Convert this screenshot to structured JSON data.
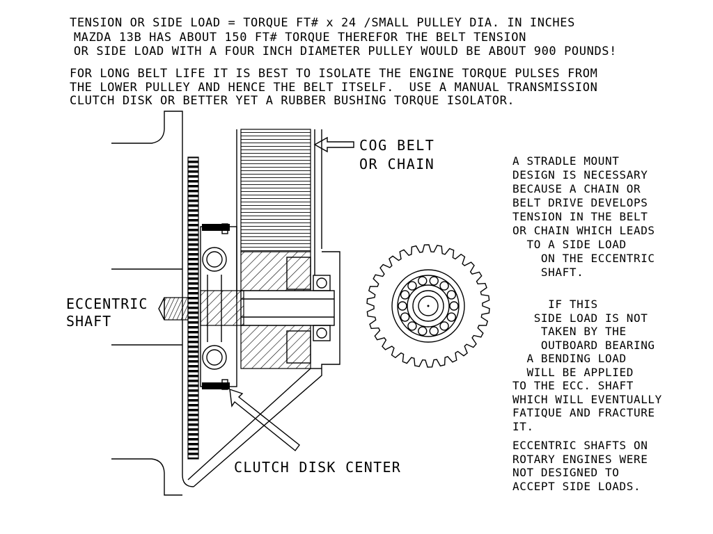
{
  "header_notes": [
    "TENSION OR SIDE LOAD = TORQUE FT# x 24 /SMALL PULLEY DIA. IN INCHES",
    " MAZDA 13B HAS ABOUT 150 FT# TORQUE THEREFOR THE BELT TENSION",
    " OR SIDE LOAD WITH A FOUR INCH DIAMETER PULLEY WOULD BE ABOUT 900 POUNDS!"
  ],
  "belt_life_note": [
    "FOR LONG BELT LIFE IT IS BEST TO ISOLATE THE ENGINE TORQUE PULSES FROM",
    "THE LOWER PULLEY AND HENCE THE BELT ITSELF.  USE A MANUAL TRANSMISSION",
    "CLUTCH DISK OR BETTER YET A RUBBER BUSHING TORQUE ISOLATOR."
  ],
  "labels": {
    "cog_belt_line1": "COG BELT",
    "cog_belt_line2": "OR CHAIN",
    "eccentric_line1": "ECCENTRIC",
    "eccentric_line2": "SHAFT",
    "clutch_disk": "CLUTCH DISK CENTER"
  },
  "stradle_note": [
    "A STRADLE MOUNT",
    "DESIGN IS NECESSARY",
    "BECAUSE A CHAIN OR",
    "BELT DRIVE DEVELOPS",
    "TENSION IN THE BELT",
    "OR CHAIN WHICH LEADS",
    "  TO A SIDE LOAD",
    "    ON THE ECCENTRIC",
    "    SHAFT."
  ],
  "side_load_note": [
    "     IF THIS",
    "   SIDE LOAD IS NOT",
    "    TAKEN BY THE",
    "    OUTBOARD BEARING",
    "  A BENDING LOAD",
    "  WILL BE APPLIED",
    "TO THE ECC. SHAFT",
    "WHICH WILL EVENTUALLY",
    "FATIQUE AND FRACTURE",
    "IT."
  ],
  "rotary_note": [
    "ECCENTRIC SHAFTS ON",
    "ROTARY ENGINES WERE",
    "NOT DESIGNED TO",
    "ACCEPT SIDE LOADS."
  ]
}
